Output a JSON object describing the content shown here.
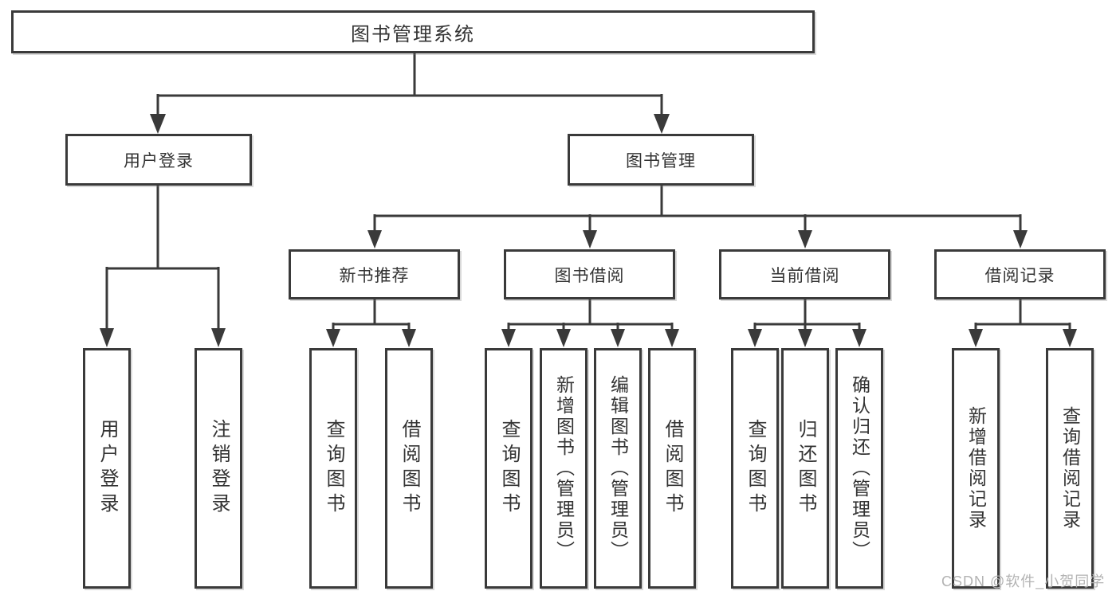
{
  "tree": {
    "root": {
      "label": "图书管理系统",
      "children": [
        {
          "label": "用户登录",
          "children": [
            {
              "label": "用户登录"
            },
            {
              "label": "注销登录"
            }
          ]
        },
        {
          "label": "图书管理",
          "children": [
            {
              "label": "新书推荐",
              "children": [
                {
                  "label": "查询图书"
                },
                {
                  "label": "借阅图书"
                }
              ]
            },
            {
              "label": "图书借阅",
              "children": [
                {
                  "label": "查询图书"
                },
                {
                  "label": "新增图书（管理员）"
                },
                {
                  "label": "编辑图书（管理员）"
                },
                {
                  "label": "借阅图书"
                }
              ]
            },
            {
              "label": "当前借阅",
              "children": [
                {
                  "label": "查询图书"
                },
                {
                  "label": "归还图书"
                },
                {
                  "label": "确认归还（管理员）"
                }
              ]
            },
            {
              "label": "借阅记录",
              "children": [
                {
                  "label": "新增借阅记录"
                },
                {
                  "label": "查询借阅记录"
                }
              ]
            }
          ]
        }
      ]
    }
  },
  "watermark": {
    "text": "CSDN @软件_小贺同学"
  },
  "colors": {
    "line": "#3a3a3a",
    "box_border": "#3a3a3a",
    "text": "#333333",
    "watermark": "#b3b3b3",
    "background": "#ffffff"
  }
}
